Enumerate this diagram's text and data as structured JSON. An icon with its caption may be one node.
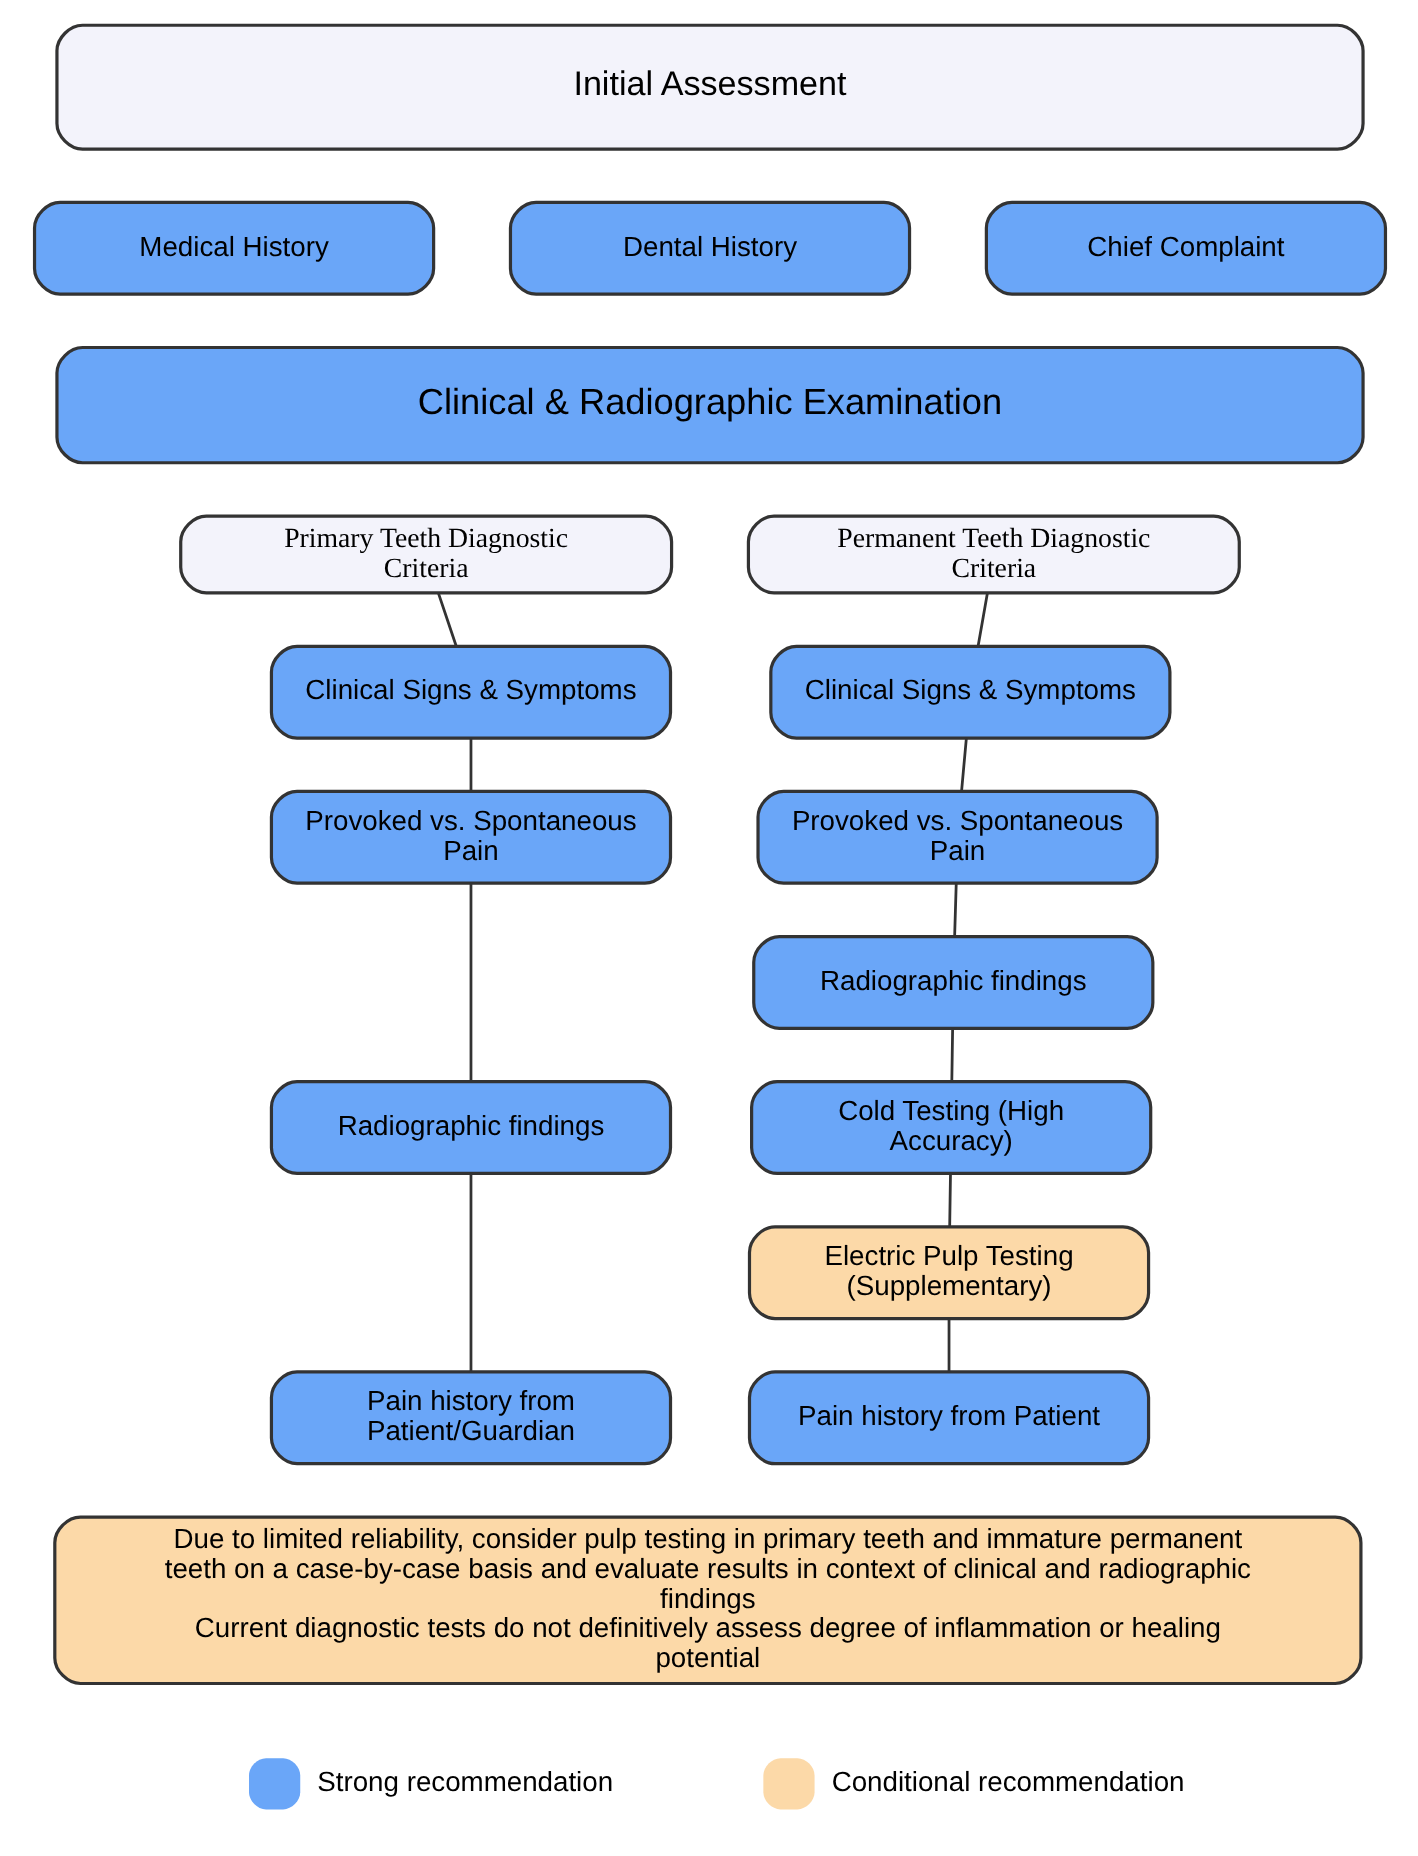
{
  "diagram": {
    "nodes": [
      {
        "text": [
          "Initial Assessment"
        ]
      },
      {
        "text": [
          "Medical History"
        ]
      },
      {
        "text": [
          "Dental History"
        ]
      },
      {
        "text": [
          "Chief Complaint"
        ]
      },
      {
        "text": [
          "Clinical & Radiographic Examination"
        ]
      },
      {
        "text": [
          "Primary Teeth Diagnostic Criteria"
        ]
      },
      {
        "text": [
          "Permanent Teeth Diagnostic Criteria"
        ]
      },
      {
        "text": [
          "Clinical Signs & Symptoms"
        ]
      },
      {
        "text": [
          "Provoked vs. Spontaneous Pain"
        ]
      },
      {
        "text": [
          "Radiographic findings"
        ]
      },
      {
        "text": [
          "Pain history from Patient/Guardian"
        ]
      },
      {
        "text": [
          "Clinical Signs & Symptoms"
        ]
      },
      {
        "text": [
          "Provoked vs. Spontaneous Pain"
        ]
      },
      {
        "text": [
          "Radiographic findings"
        ]
      },
      {
        "text": [
          "Cold Testing (High Accuracy)"
        ]
      },
      {
        "text": [
          "Electric Pulp Testing (Supplementary)"
        ]
      },
      {
        "text": [
          "Pain history from Patient"
        ]
      },
      {
        "text": [
          "Due to limited reliability, consider pulp testing in primary teeth and immature permanent teeth on a case-by-case basis and evaluate results in context of clinical and radiographic findings",
          "Current diagnostic tests do not definitively assess degree of inflammation or healing potential"
        ]
      }
    ],
    "edges": [
      {
        "from": 5,
        "to": 7,
        "arrow": "none"
      },
      {
        "from": 7,
        "to": 8,
        "arrow": "none"
      },
      {
        "from": 8,
        "to": 9,
        "arrow": "none"
      },
      {
        "from": 9,
        "to": 10,
        "arrow": "none"
      },
      {
        "from": 6,
        "to": 11,
        "arrow": "none"
      },
      {
        "from": 11,
        "to": 12,
        "arrow": "none"
      },
      {
        "from": 12,
        "to": 13,
        "arrow": "none"
      },
      {
        "from": 13,
        "to": 14,
        "arrow": "none"
      },
      {
        "from": 14,
        "to": 15,
        "arrow": "none"
      },
      {
        "from": 15,
        "to": 16,
        "arrow": "none"
      }
    ],
    "legend": [
      {
        "text": "Strong recommendation",
        "color": "#6aa6f8"
      },
      {
        "text": "Conditional recommendation",
        "color": "#fcd9a8"
      }
    ]
  }
}
